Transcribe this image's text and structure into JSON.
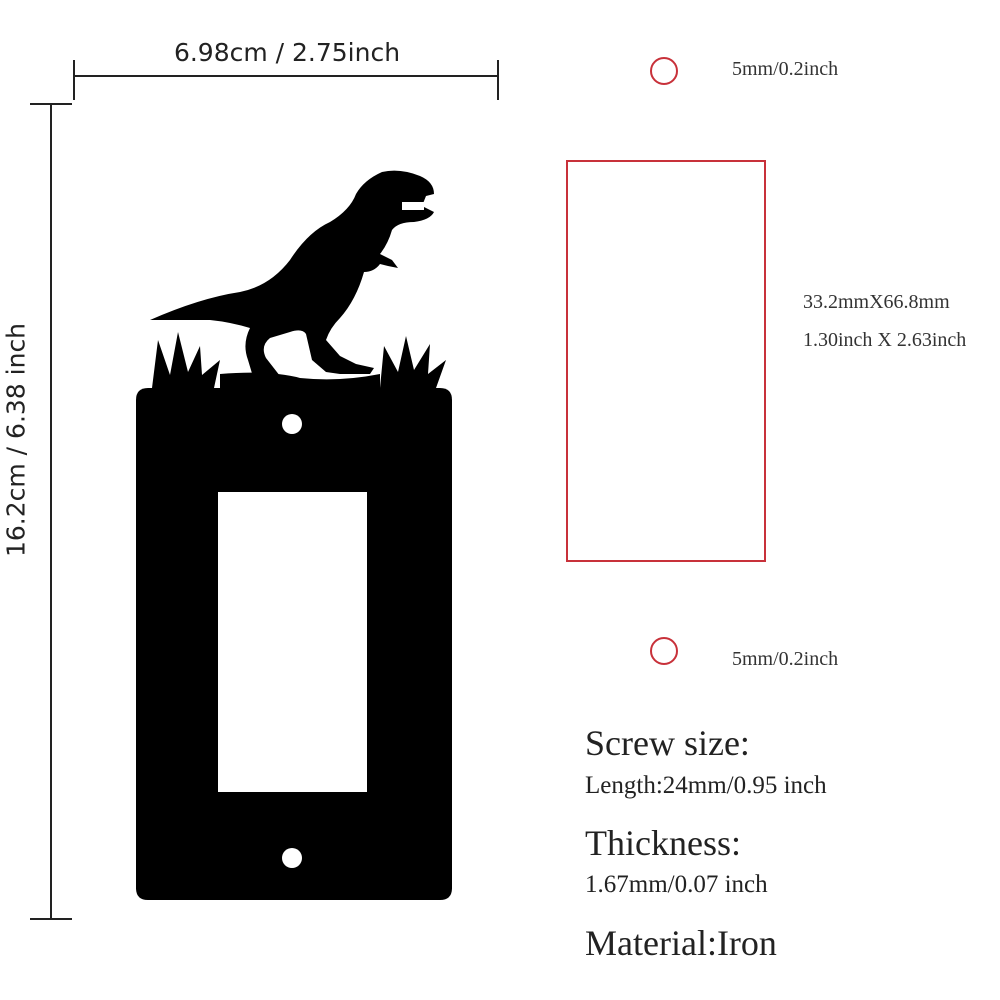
{
  "dimensions": {
    "width_label": "6.98cm / 2.75inch",
    "height_label": "16.2cm / 6.38 inch"
  },
  "diagram": {
    "top_hole_label": "5mm/0.2inch",
    "bottom_hole_label": "5mm/0.2inch",
    "opening_size_mm": "33.2mmX66.8mm",
    "opening_size_inch": "1.30inch X 2.63inch",
    "outline_color": "#c8313a"
  },
  "specs": {
    "screw_heading": "Screw size:",
    "screw_length": "Length:24mm/0.95 inch",
    "thickness_heading": "Thickness:",
    "thickness_value": "1.67mm/0.07 inch",
    "material": "Material:Iron"
  },
  "plate": {
    "silhouette": "t-rex-dinosaur",
    "color": "#000000"
  }
}
